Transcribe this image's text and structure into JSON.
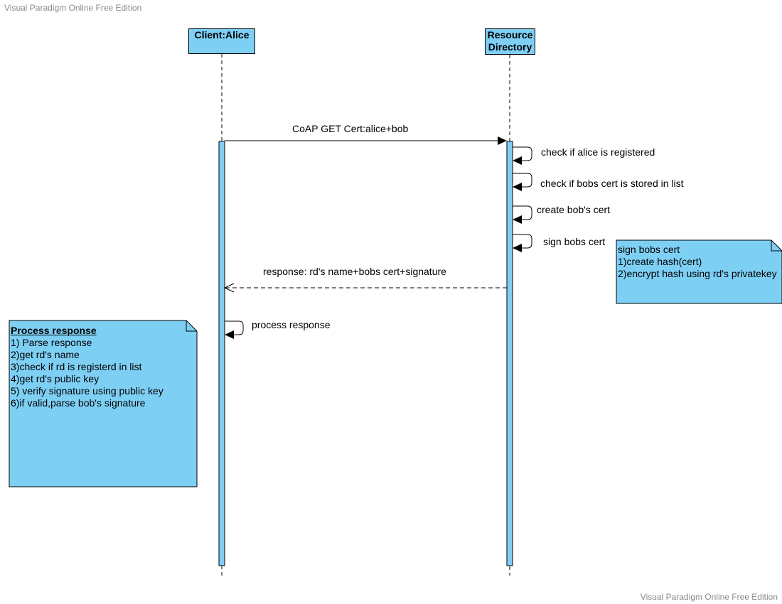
{
  "watermark": {
    "top": "Visual Paradigm Online Free Edition",
    "bottom": "Visual Paradigm Online Free Edition"
  },
  "participants": {
    "alice": "Client:Alice",
    "resource_directory_line1": "Resource",
    "resource_directory_line2": "Directory"
  },
  "messages": {
    "request": "CoAP GET Cert:alice+bob",
    "self_check_registered": "check if alice is registered",
    "self_check_cert_stored": "check if bobs cert is stored in list",
    "self_create_cert": "create bob's cert",
    "self_sign_cert": "sign bobs cert",
    "response": "response: rd's name+bobs cert+signature",
    "self_process_response": "process  response"
  },
  "notes": {
    "sign_note": {
      "lines": [
        "sign bobs cert",
        "1)create hash(cert)",
        "2)encrypt hash using rd's privatekey"
      ]
    },
    "process_note": {
      "title": "Process response",
      "lines": [
        "1) Parse response",
        "2)get rd's name",
        "3)check if rd is registerd in list",
        "4)get rd's public key",
        "5) verify signature using public key",
        "6)if valid,parse bob's signature"
      ]
    }
  },
  "colors": {
    "fill": "#7ecff4",
    "stroke": "#000000",
    "watermark": "#8a8a8a"
  }
}
